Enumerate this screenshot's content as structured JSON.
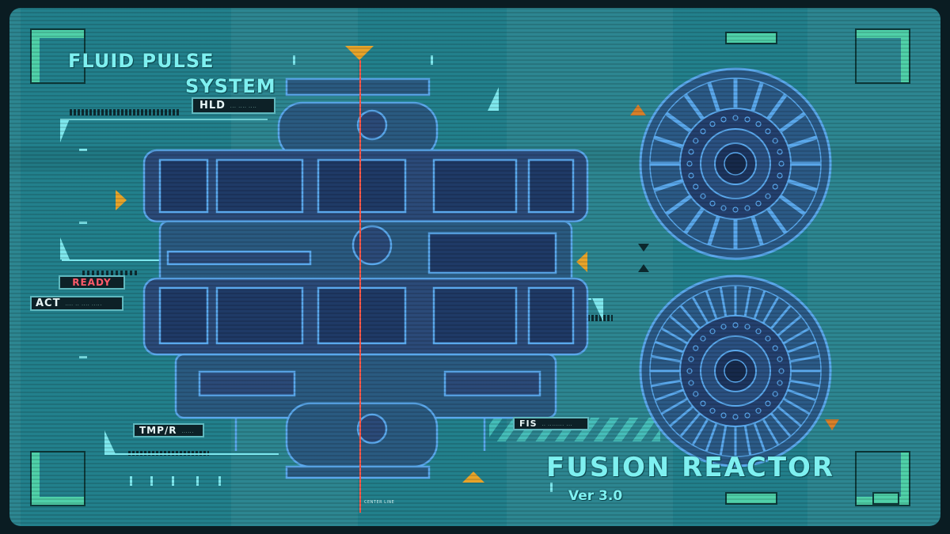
{
  "left_panel": {
    "title_line1": "FLUID PULSE",
    "title_line2": "SYSTEM",
    "hld_label": "HLD",
    "ready_label": "READY",
    "act_label": "ACT",
    "tmp_label": "TMP/R"
  },
  "center": {
    "center_line_label": "CENTER LINE"
  },
  "right_panel": {
    "fis_label": "FIS",
    "title": "FUSION REACTOR",
    "version": "Ver 3.0"
  },
  "colors": {
    "background": "#22808c",
    "blueprint_line": "#5aa8ec",
    "blueprint_fill": "#2b4a78",
    "accent_orange": "#e89a2a",
    "center_line": "#ff5a4a",
    "ready_text": "#ff5a6a",
    "corner_green": "#4fd1a9"
  }
}
